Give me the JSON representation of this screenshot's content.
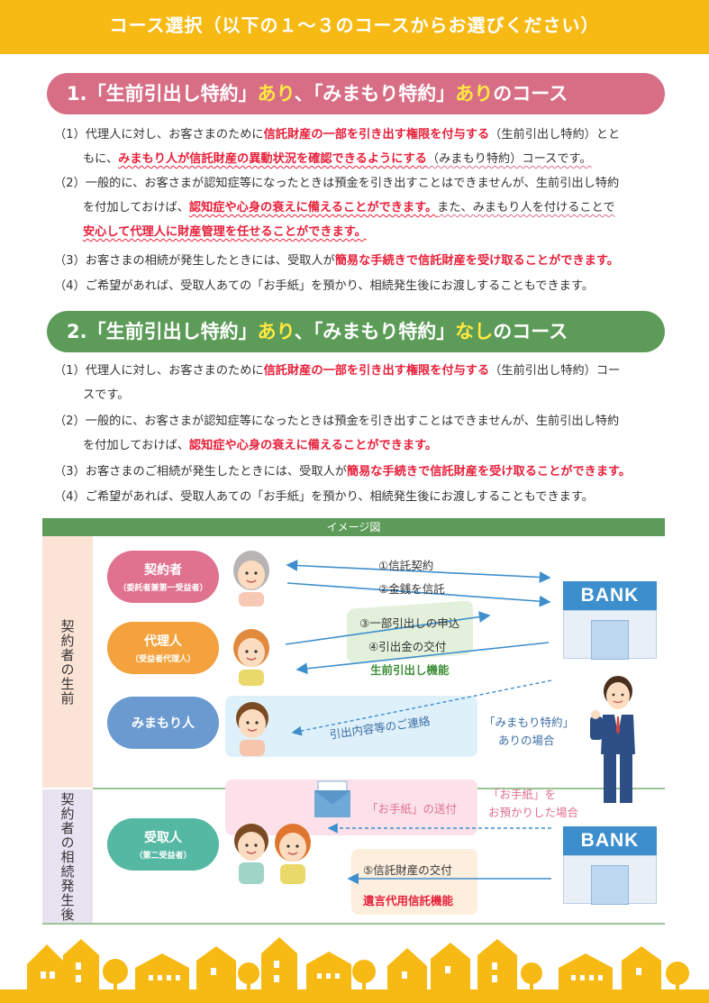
{
  "header": {
    "title": "コース選択（以下の１～３のコースからお選びください）"
  },
  "course1": {
    "banner": {
      "prefix": "1.「生前引出し特約」",
      "a1": "あり",
      "mid": "、「みまもり特約」",
      "a2": "あり",
      "suffix": "のコース"
    },
    "p1": {
      "num": "（1）",
      "t1": "代理人に対し、お客さまのために",
      "h1": "信託財産の一部を引き出す権限を付与する",
      "t2": "（生前引出し特約）とと",
      "t3": "もに、",
      "h2": "みまもり人が信託財産の異動状況を確認できるようにする",
      "t4": "（みまもり特約）コースです。"
    },
    "p2": {
      "num": "（2）",
      "t1": "一般的に、お客さまが認知症等になったときは預金を引き出すことはできませんが、生前引出し特約",
      "t2": "を付加しておけば、",
      "h1": "認知症や心身の衰えに備えることができます。",
      "t3": "また、みまもり人を付けることで",
      "h2": "安心して代理人に財産管理を任せることができます。"
    },
    "p3": {
      "num": "（3）",
      "t1": "お客さまの相続が発生したときには、受取人が",
      "h1": "簡易な手続きで信託財産を受け取ることができます。"
    },
    "p4": {
      "num": "（4）",
      "t1": "ご希望があれば、受取人あての「お手紙」を預かり、相続発生後にお渡しすることもできます。"
    }
  },
  "course2": {
    "banner": {
      "prefix": "2.「生前引出し特約」",
      "a1": "あり",
      "mid": "、「みまもり特約」",
      "a2": "なし",
      "suffix": "のコース"
    },
    "p1": {
      "num": "（1）",
      "t1": "代理人に対し、お客さまのために",
      "h1": "信託財産の一部を引き出す権限を付与する",
      "t2": "（生前引出し特約）コー",
      "t3": "スです。"
    },
    "p2": {
      "num": "（2）",
      "t1": "一般的に、お客さまが認知症等になったときは預金を引き出すことはできませんが、生前引出し特約",
      "t2": "を付加しておけば、",
      "h1": "認知症や心身の衰えに備えることができます。"
    },
    "p3": {
      "num": "（3）",
      "t1": "お客さまのご相続が発生したときには、受取人が",
      "h1": "簡易な手続きで信託財産を受け取ることができます。"
    },
    "p4": {
      "num": "（4）",
      "t1": "ご希望があれば、受取人あての「お手紙」を預かり、相続発生後にお渡しすることもできます。"
    }
  },
  "diagram": {
    "title": "イメージ図",
    "side_top": "契約者の生前",
    "side_bottom": "契約者の相続発生後",
    "roles": {
      "contractor": {
        "title": "契約者",
        "sub": "（委託者兼第一受益者）"
      },
      "agent": {
        "title": "代理人",
        "sub": "（受益者代理人）"
      },
      "watcher": {
        "title": "みまもり人"
      },
      "recipient": {
        "title": "受取人",
        "sub": "（第二受益者）"
      }
    },
    "labels": {
      "a1": "①信託契約",
      "a2": "②金銭を信託",
      "a3": "③一部引出しの申込",
      "a4": "④引出金の交付",
      "feature1": "生前引出し機能",
      "contact": "引出内容等のご連絡",
      "watch_case1": "「みまもり特約」",
      "watch_case2": "ありの場合",
      "letter_send": "「お手紙」の送付",
      "letter_case1": "「お手紙」を",
      "letter_case2": "お預かりした場合",
      "a5": "⑤信託財産の交付",
      "feature2": "遺言代用信託機能"
    },
    "bank_label": "BANK",
    "colors": {
      "contractor": "#e0728f",
      "agent": "#f3a23d",
      "watcher": "#6b9ad0",
      "recipient": "#55b8a3",
      "arrow": "#3d8ecd"
    }
  }
}
